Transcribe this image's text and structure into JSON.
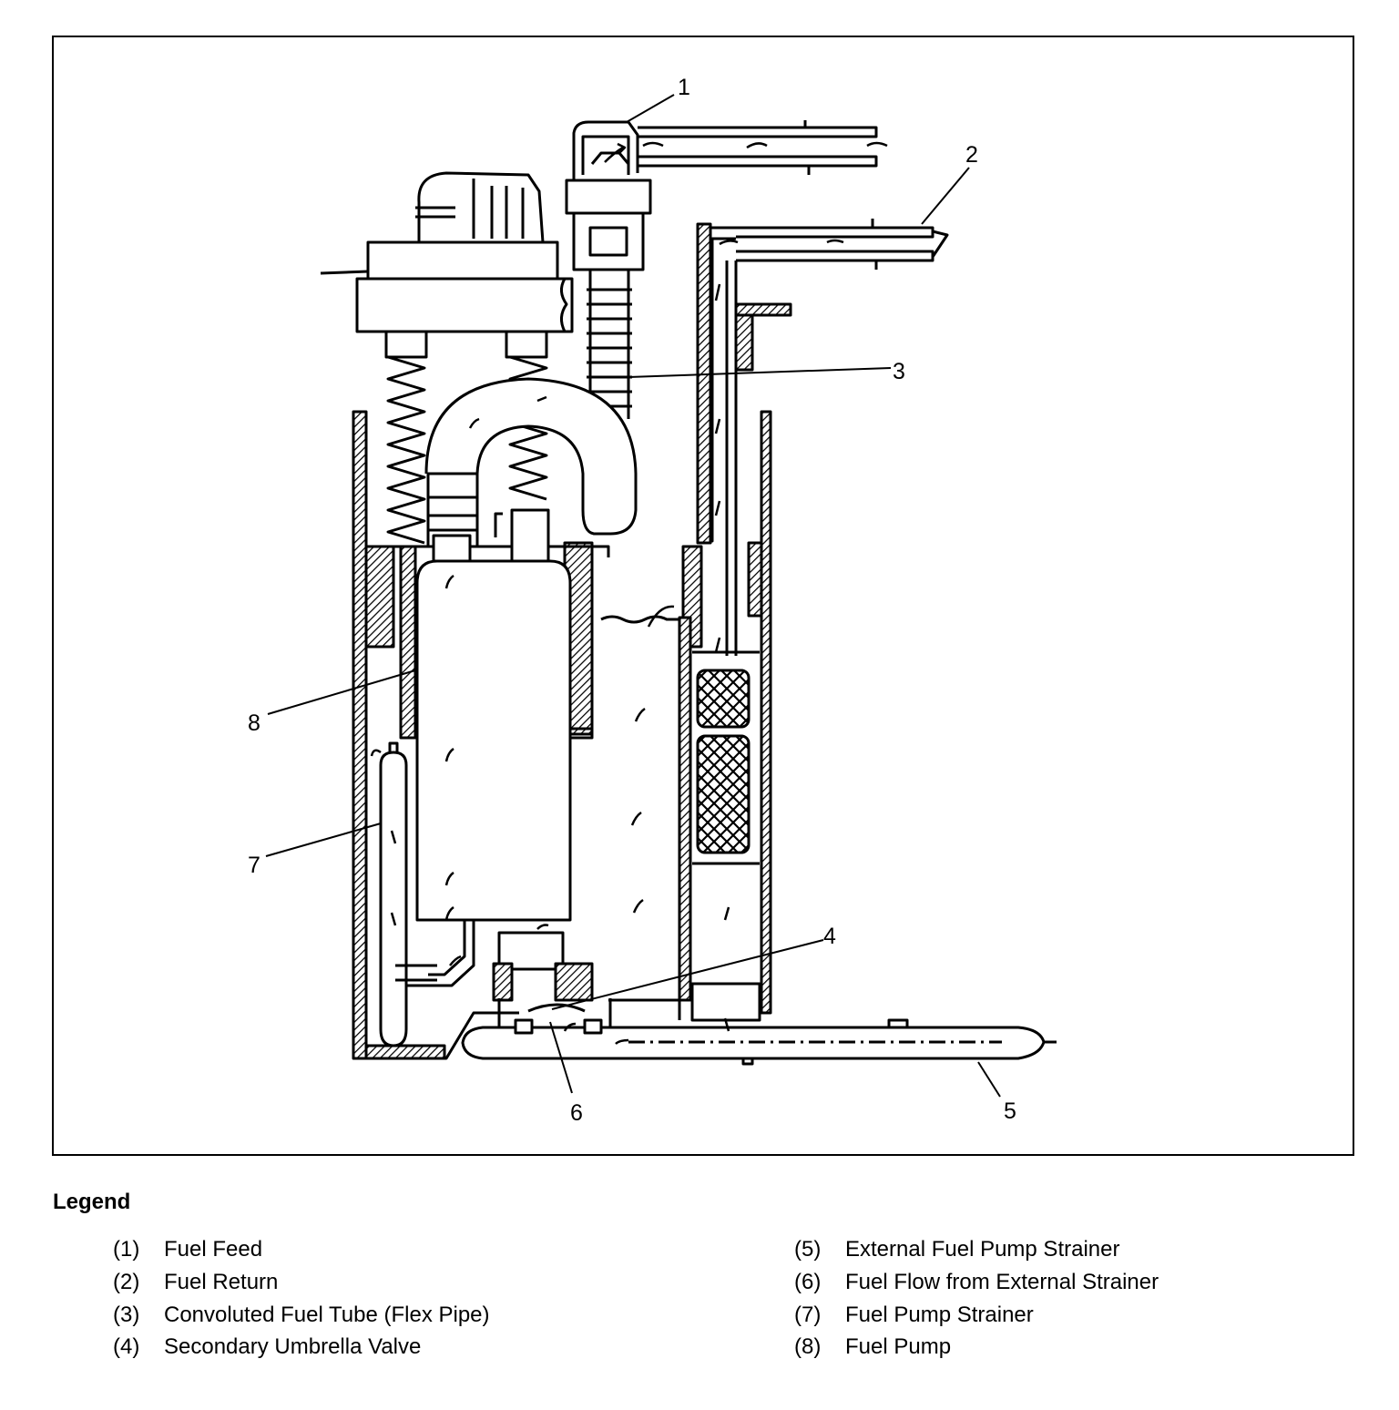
{
  "diagram": {
    "callouts": [
      "1",
      "2",
      "3",
      "4",
      "5",
      "6",
      "7",
      "8"
    ]
  },
  "legend": {
    "title": "Legend",
    "items": [
      {
        "num": "(1)",
        "label": "Fuel Feed"
      },
      {
        "num": "(2)",
        "label": "Fuel Return"
      },
      {
        "num": "(3)",
        "label": "Convoluted Fuel Tube (Flex Pipe)"
      },
      {
        "num": "(4)",
        "label": "Secondary Umbrella Valve"
      },
      {
        "num": "(5)",
        "label": "External Fuel Pump Strainer"
      },
      {
        "num": "(6)",
        "label": "Fuel Flow from External Strainer"
      },
      {
        "num": "(7)",
        "label": "Fuel Pump Strainer"
      },
      {
        "num": "(8)",
        "label": "Fuel Pump"
      }
    ]
  }
}
